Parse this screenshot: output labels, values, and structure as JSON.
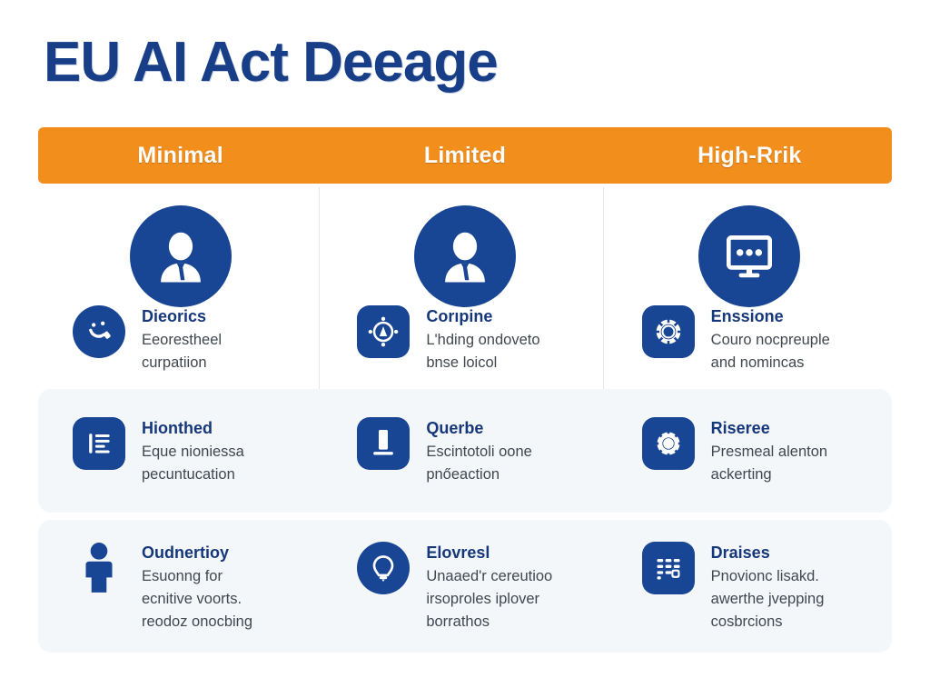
{
  "title": "EU AI Act Deeage",
  "colors": {
    "brand_blue": "#184694",
    "title_blue": "#173E87",
    "accent_orange": "#F28E1C",
    "band_grey": "#f4f7fa",
    "body_text": "#41474f"
  },
  "columns": [
    {
      "header": "Minimal"
    },
    {
      "header": "Limited"
    },
    {
      "header": "High-Rrik"
    }
  ],
  "hero_icons": [
    {
      "icon": "user-person-icon"
    },
    {
      "icon": "user-person-icon"
    },
    {
      "icon": "monitor-screen-icon"
    }
  ],
  "rows": [
    {
      "cells": [
        {
          "icon": "magnifier-face-icon",
          "title": "Dieorics",
          "desc": "Eeorestheel\ncurpatiion"
        },
        {
          "icon": "compass-target-icon",
          "title": "Corıpine",
          "desc": "L'hding ondoveto\nbnse loicol"
        },
        {
          "icon": "gear-settings-icon",
          "title": "Enssione",
          "desc": "Couro nocpreuple\nand nomincas"
        }
      ]
    },
    {
      "cells": [
        {
          "icon": "document-list-icon",
          "title": "Hionthed",
          "desc": "Eque nioniessa\npecuntucation"
        },
        {
          "icon": "upload-box-icon",
          "title": "Querbe",
          "desc": "Escintotoli oone\npnőeaction"
        },
        {
          "icon": "gear-cog-icon",
          "title": "Riseree",
          "desc": "Presmeal alenton\nackerting"
        }
      ]
    },
    {
      "cells": [
        {
          "icon": "person-figure-icon",
          "title": "Oudnertioy",
          "desc": "Esuonng for\necnitive voorts.\nreodoz onocbing"
        },
        {
          "icon": "lightbulb-idea-icon",
          "title": "Elovresl",
          "desc": "Unaaed'r cereutioo\nirsoproles iplover\nborrathos"
        },
        {
          "icon": "data-table-icon",
          "title": "Draises",
          "desc": "Pnovionc lisakd.\nawerthe jvepping\ncosbrcions"
        }
      ]
    }
  ]
}
